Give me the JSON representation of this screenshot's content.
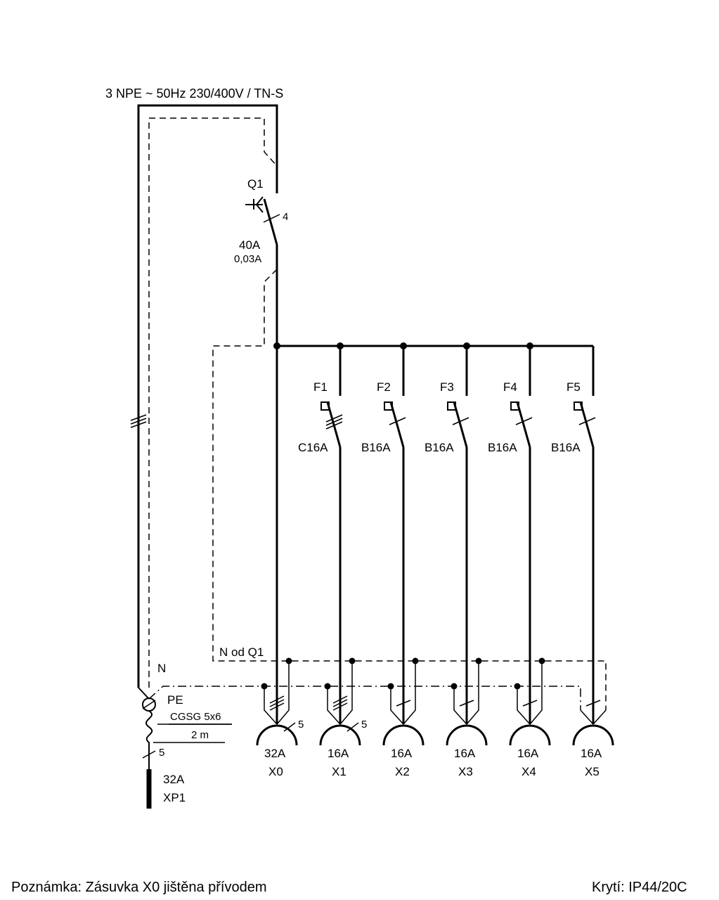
{
  "supply": {
    "label": "3 NPE ~ 50Hz  230/400V / TN-S"
  },
  "q1": {
    "name": "Q1",
    "poles": "4",
    "rating": "40A",
    "residual": "0,03A"
  },
  "breakers": [
    {
      "name": "F1",
      "rating": "C16A"
    },
    {
      "name": "F2",
      "rating": "B16A"
    },
    {
      "name": "F3",
      "rating": "B16A"
    },
    {
      "name": "F4",
      "rating": "B16A"
    },
    {
      "name": "F5",
      "rating": "B16A"
    }
  ],
  "n_label": "N",
  "n_from_q1": "N od Q1",
  "pe_label": "PE",
  "cable": {
    "type": "CGSG 5x6",
    "length": "2 m",
    "conductors": "5"
  },
  "plug": {
    "rating": "32A",
    "name": "XP1"
  },
  "sockets": [
    {
      "rating": "32A",
      "name": "X0",
      "conductors": "5"
    },
    {
      "rating": "16A",
      "name": "X1",
      "conductors": "5"
    },
    {
      "rating": "16A",
      "name": "X2"
    },
    {
      "rating": "16A",
      "name": "X3"
    },
    {
      "rating": "16A",
      "name": "X4"
    },
    {
      "rating": "16A",
      "name": "X5"
    }
  ],
  "footer": {
    "note": "Poznámka: Zásuvka X0 jištěna přívodem",
    "protection": "Krytí: IP44/20C"
  }
}
